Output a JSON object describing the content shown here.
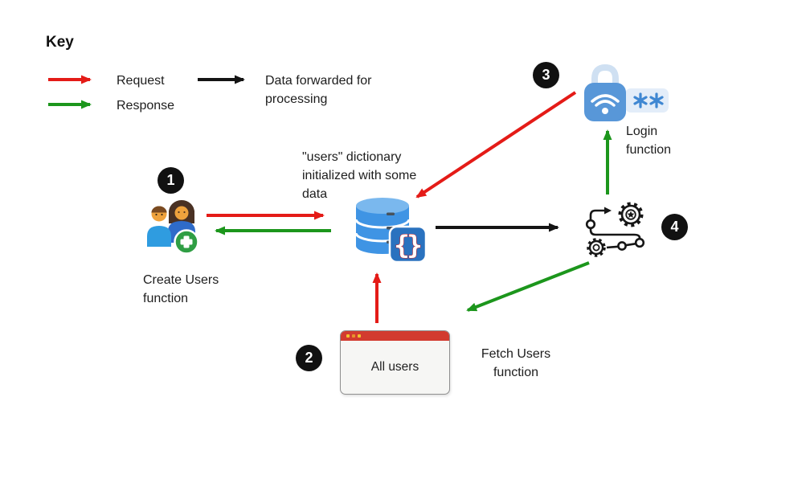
{
  "colors": {
    "request": "#e41b17",
    "response": "#1c961c",
    "forward": "#141414",
    "badge_bg": "#111111",
    "badge_text": "#ffffff",
    "window_bar": "#d23b2f",
    "db_blue": "#3f94e4",
    "db_json_square": "#2a72bf",
    "lock_blue": "#5897d8",
    "plus_green": "#2f9e44"
  },
  "key": {
    "title": "Key",
    "request_label": "Request",
    "response_label": "Response",
    "forward_label": "Data forwarded for processing"
  },
  "nodes": {
    "create_users": {
      "badge": "1",
      "label": "Create Users function",
      "icon": "add-users-icon"
    },
    "database": {
      "label": "\"users\" dictionary initialized with some data",
      "icon": "database-json-icon"
    },
    "all_users_window": {
      "badge": "2",
      "title": "All users",
      "icon": "browser-window-icon"
    },
    "login": {
      "badge": "3",
      "label": "Login function",
      "icon": "wifi-lock-password-icon"
    },
    "process": {
      "badge": "4",
      "label": "Fetch Users function",
      "icon": "workflow-gears-icon"
    }
  }
}
